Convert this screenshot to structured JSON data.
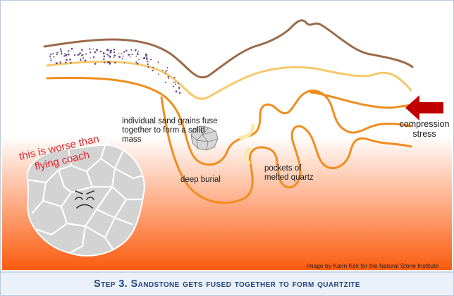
{
  "labels": {
    "grains_fuse": "individual sand grains fuse together to form a solid mass",
    "deep_burial": "deep burial",
    "melted_quartz": "pockets of melted quartz",
    "compression_stress": "compression stress",
    "worse_than_coach": "this is worse than flying coach"
  },
  "credit": "Image by Karin Kirk for the Natural Stone Institute",
  "caption": "Step 3. Sandstone gets fused together to form quartzite",
  "colors": {
    "burial_gradient_top": "#ffffff",
    "burial_gradient_bottom": "#fb5b0e",
    "upper_layer": "#9b6b4a",
    "middle_layer": "#f7c86a",
    "lower_layer": "#f08d1e",
    "melted_quartz_fill": "#fbe9a8",
    "arrow": "#c00000",
    "rock": "#d3d3d3",
    "rock_outline": "#ffffff",
    "caption_background": "#eaf1f9",
    "caption_text": "#27467e",
    "annotation_text": "#e2252b"
  },
  "icons": [
    "compression-arrow-icon",
    "fused-grain-cluster-icon",
    "grumpy-rock-icon"
  ]
}
